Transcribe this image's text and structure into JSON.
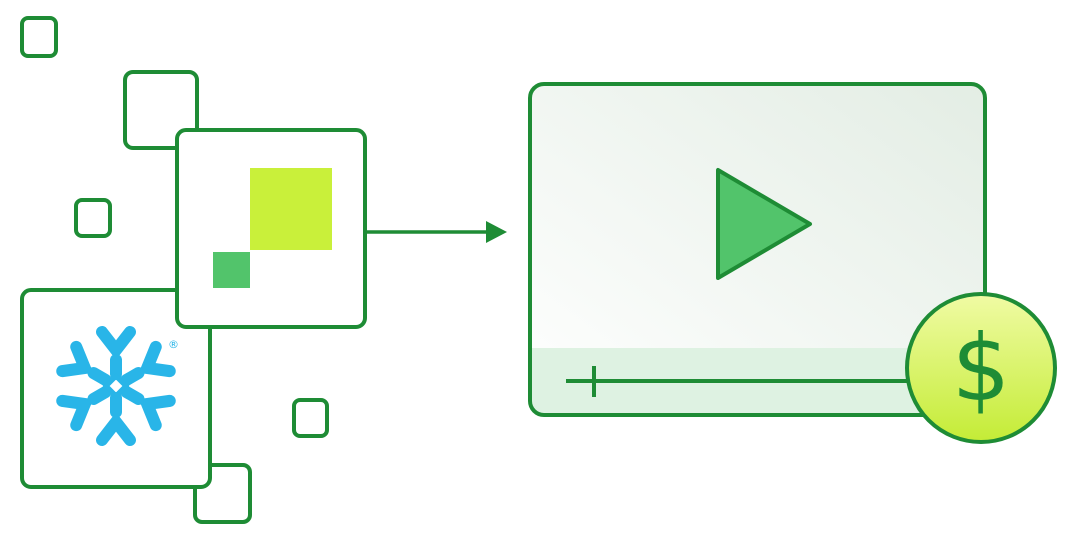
{
  "colors": {
    "outline": "#1e8c35",
    "play": "#52c46b",
    "lime": "#c9f03a",
    "small_green": "#52c46b",
    "snowflake": "#29b5e8",
    "video_bg_top": "#e6efe7",
    "video_bg_bottom": "#ffffff",
    "video_bar": "#def2e2",
    "coin_top": "#eefa9a",
    "coin_bottom": "#c6ee3c"
  },
  "icons": {
    "logo_a": "green-lime-squares-logo",
    "logo_b": "snowflake-logo",
    "video": "video-player",
    "play": "play-icon",
    "coin": "dollar-coin-icon"
  },
  "coin": {
    "symbol": "$"
  },
  "snowflake": {
    "registered_mark": "®"
  }
}
